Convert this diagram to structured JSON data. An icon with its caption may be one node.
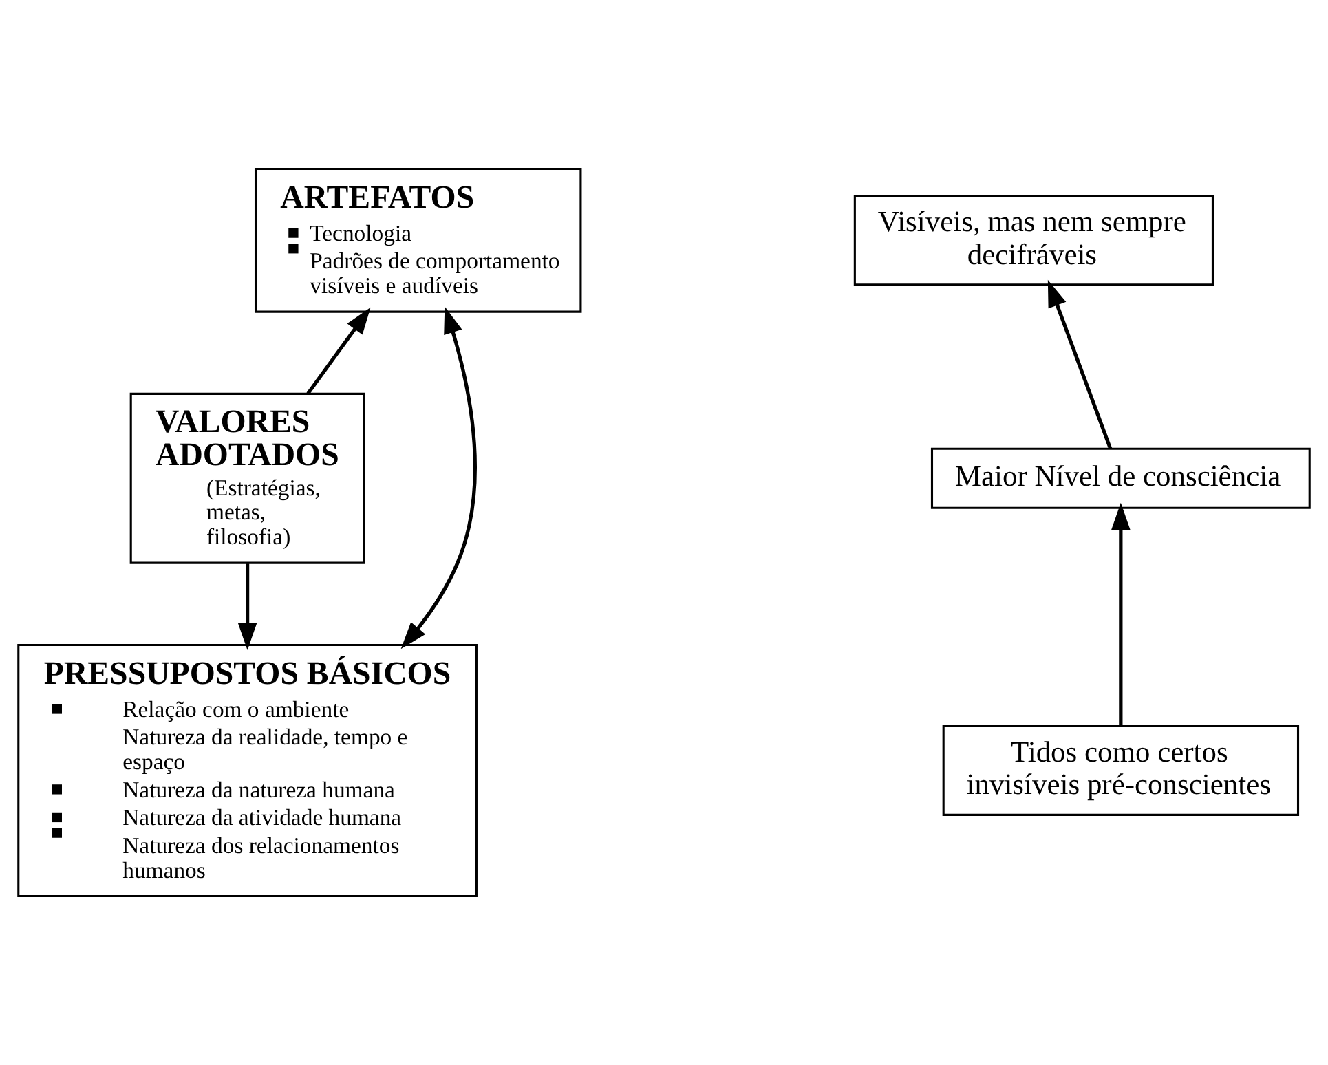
{
  "diagram": {
    "nodes": [
      {
        "text": [
          "ARTEFATOS",
          "Tecnologia",
          "Padrões de comportamento visíveis e audíveis"
        ]
      },
      {
        "text": [
          "VALORES ADOTADOS",
          "(Estratégias, metas, filosofia)"
        ]
      },
      {
        "text": [
          "PRESSUPOSTOS BÁSICOS",
          "Relação com o ambiente",
          "Natureza da realidade, tempo e espaço",
          "Natureza da natureza humana",
          "Natureza da atividade humana",
          "Natureza dos relacionamentos humanos"
        ]
      },
      {
        "text": [
          "Visíveis, mas nem sempre decifráveis"
        ]
      },
      {
        "text": [
          "Maior Nível de consciência"
        ]
      },
      {
        "text": [
          "Tidos como certos invisíveis pré-conscientes"
        ]
      }
    ],
    "edges": [
      {
        "from": 1,
        "to": 0,
        "arrow": "to"
      },
      {
        "from": 1,
        "to": 2,
        "arrow": "to"
      },
      {
        "from": 2,
        "to": 0,
        "arrow": "both"
      },
      {
        "from": 4,
        "to": 3,
        "arrow": "to"
      },
      {
        "from": 5,
        "to": 4,
        "arrow": "to"
      }
    ]
  }
}
